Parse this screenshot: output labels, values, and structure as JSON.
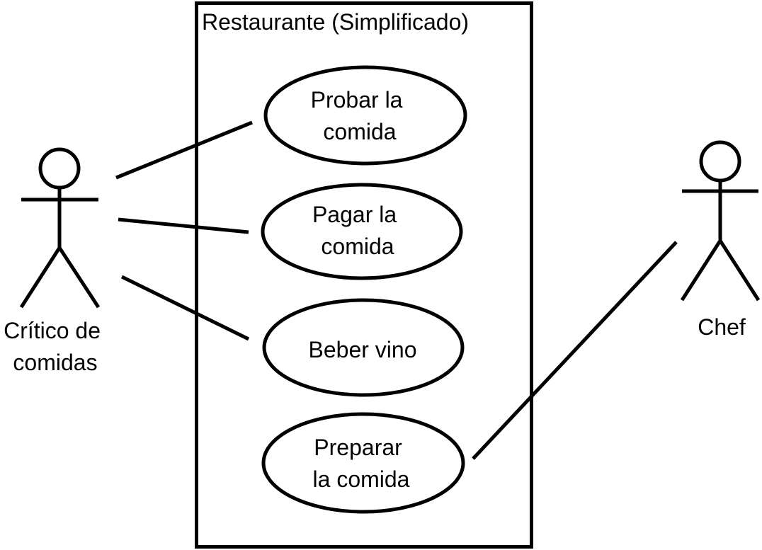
{
  "system": {
    "title": "Restaurante (Simplificado)"
  },
  "actors": [
    {
      "id": "critico",
      "label_lines": [
        "Crítico de",
        "comidas"
      ]
    },
    {
      "id": "chef",
      "label_lines": [
        "Chef"
      ]
    }
  ],
  "use_cases": [
    {
      "id": "probar",
      "label_lines": [
        "Probar la",
        "comida"
      ]
    },
    {
      "id": "pagar",
      "label_lines": [
        "Pagar la",
        "comida"
      ]
    },
    {
      "id": "beber",
      "label_lines": [
        "Beber vino"
      ]
    },
    {
      "id": "preparar",
      "label_lines": [
        "Preparar",
        "la comida"
      ]
    }
  ],
  "associations": [
    {
      "actor": "critico",
      "use_case": "probar"
    },
    {
      "actor": "critico",
      "use_case": "pagar"
    },
    {
      "actor": "critico",
      "use_case": "beber"
    },
    {
      "actor": "chef",
      "use_case": "preparar"
    }
  ],
  "colors": {
    "line": "#000000",
    "background": "#ffffff"
  }
}
